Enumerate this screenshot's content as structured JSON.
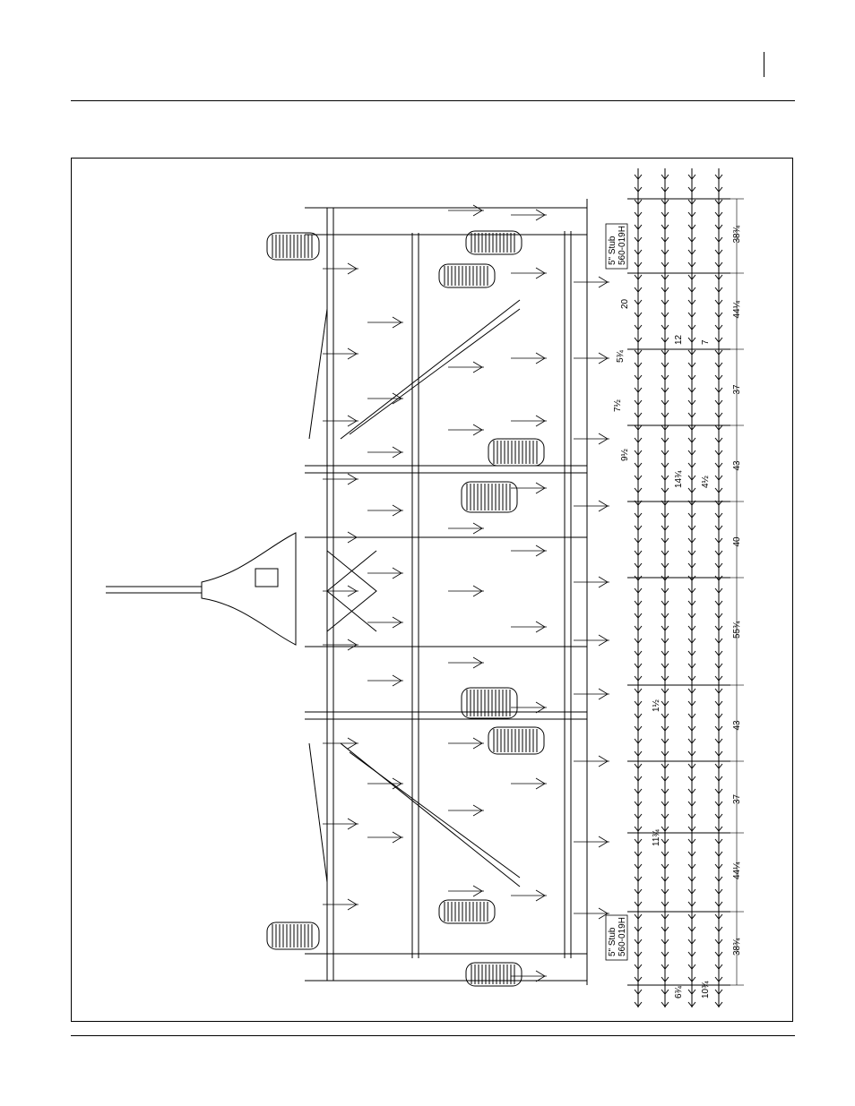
{
  "labels": {
    "stub_note_line1": "5\" Stub",
    "stub_note_line2": "560-019H"
  },
  "dimensions": {
    "section_spacing": [
      "38¾",
      "44¼",
      "37",
      "43",
      "40",
      "55¾",
      "43",
      "37",
      "44¼",
      "38¾"
    ],
    "small": [
      "20",
      "12",
      "7",
      "9½",
      "14¾",
      "4½",
      "1½",
      "11¾",
      "6¾",
      "10¾",
      "5¾",
      "7½"
    ]
  },
  "colors": {
    "ink": "#000000",
    "paper": "#ffffff"
  }
}
